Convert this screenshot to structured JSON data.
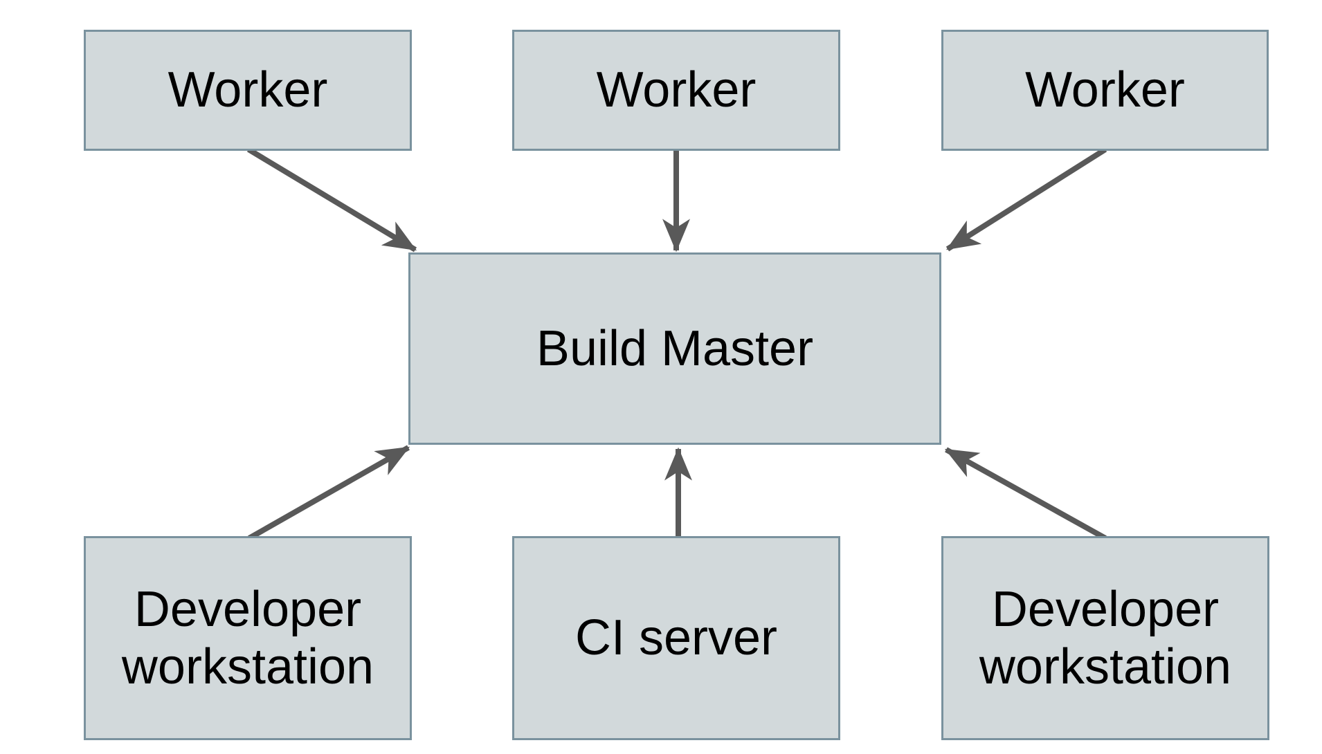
{
  "diagram": {
    "colors": {
      "background": "#ffffff",
      "node_fill": "#d2d9db",
      "node_border": "#7a929e",
      "arrow": "#595959",
      "text": "#000000"
    },
    "nodes": [
      {
        "id": "worker-1",
        "label": "Worker"
      },
      {
        "id": "worker-2",
        "label": "Worker"
      },
      {
        "id": "worker-3",
        "label": "Worker"
      },
      {
        "id": "build-master",
        "label": "Build Master"
      },
      {
        "id": "developer-workstation-left",
        "label": "Developer\nworkstation"
      },
      {
        "id": "ci-server",
        "label": "CI server"
      },
      {
        "id": "developer-workstation-right",
        "label": "Developer\nworkstation"
      }
    ],
    "edges": [
      {
        "from": "worker-1",
        "to": "build-master"
      },
      {
        "from": "worker-2",
        "to": "build-master"
      },
      {
        "from": "worker-3",
        "to": "build-master"
      },
      {
        "from": "developer-workstation-left",
        "to": "build-master"
      },
      {
        "from": "ci-server",
        "to": "build-master"
      },
      {
        "from": "developer-workstation-right",
        "to": "build-master"
      }
    ]
  }
}
